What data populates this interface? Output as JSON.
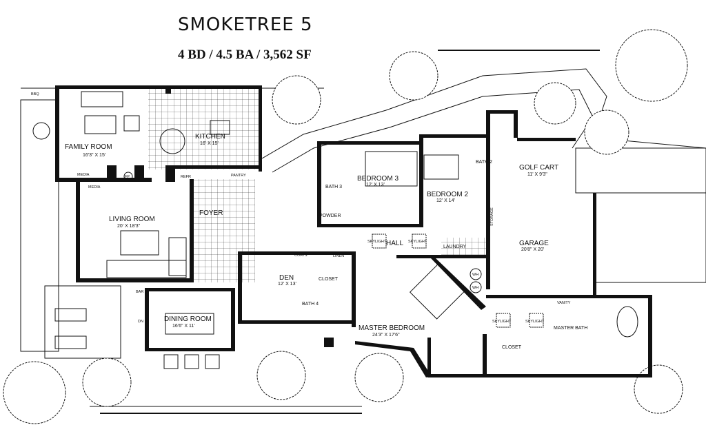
{
  "header": {
    "title": "SMOKETREE 5",
    "subtitle": "4 BD / 4.5 BA / 3,562 SF"
  },
  "rooms": {
    "family_room": {
      "label": "FAMILY ROOM",
      "dims": "16'3\" X 15'"
    },
    "kitchen": {
      "label": "KITCHEN",
      "dims": "16' X 15'"
    },
    "living_room": {
      "label": "LIVING ROOM",
      "dims": "20' X 18'3\""
    },
    "foyer": {
      "label": "FOYER"
    },
    "dining_room": {
      "label": "DINING ROOM",
      "dims": "16'6\" X 11'"
    },
    "den": {
      "label": "DEN",
      "dims": "12' X 13'"
    },
    "closet_den": {
      "label": "CLOSET"
    },
    "bath4": {
      "label": "BATH 4"
    },
    "bedroom3": {
      "label": "BEDROOM 3",
      "dims": "12' X 13'"
    },
    "bath3": {
      "label": "BATH 3"
    },
    "powder": {
      "label": "POWDER"
    },
    "bedroom2": {
      "label": "BEDROOM 2",
      "dims": "12' X 14'"
    },
    "bath2": {
      "label": "BATH 2"
    },
    "golf_cart": {
      "label": "GOLF CART",
      "dims": "11' X 9'3\""
    },
    "garage": {
      "label": "GARAGE",
      "dims": "20'8\" X 20'"
    },
    "hall": {
      "label": "HALL"
    },
    "laundry": {
      "label": "LAUNDRY"
    },
    "storage": {
      "label": "STORAGE"
    },
    "master_bedroom": {
      "label": "MASTER BEDROOM",
      "dims": "24'3\" X 17'6\""
    },
    "master_bath": {
      "label": "MASTER BATH"
    },
    "master_closet": {
      "label": "CLOSET"
    }
  },
  "fixtures": {
    "bbq": "BBQ",
    "media1": "MEDIA",
    "media2": "MEDIA",
    "fp": "FP",
    "refr": "REFR",
    "pantry": "PANTRY",
    "coats": "COATS",
    "linen": "LINEN",
    "skylight": "SKYLIGHT",
    "wh": "WH",
    "vanity": "VANITY",
    "bar": "BAR",
    "dn": "DN"
  }
}
